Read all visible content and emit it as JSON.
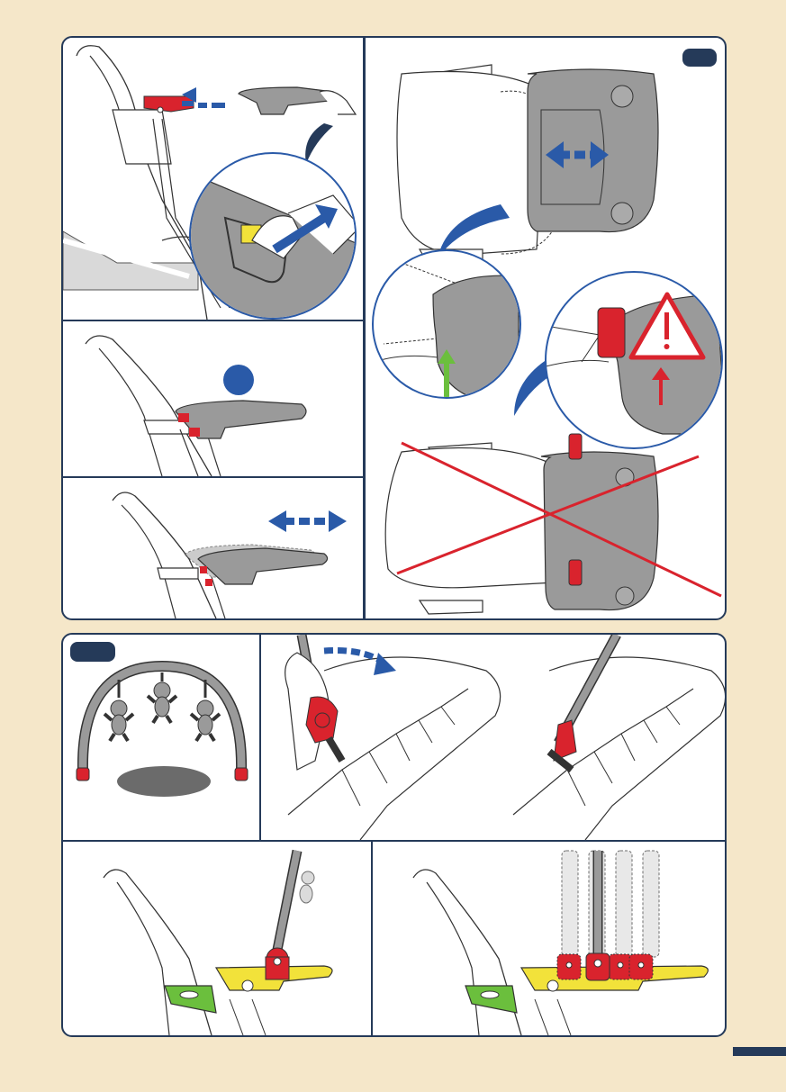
{
  "document": {
    "type": "assembly-instructions",
    "top_section": {
      "step_badge": "",
      "cells": [
        {
          "id": "tray-remove",
          "description_icon": "tray-release-icon"
        },
        {
          "id": "tray-fitted",
          "marker": "blue-dot"
        },
        {
          "id": "tray-adjust",
          "arrow": "double-arrow-icon"
        },
        {
          "id": "tray-seat-top-view",
          "check": "correct-green-arrow",
          "warning": "warning-triangle-icon"
        }
      ]
    },
    "bottom_section": {
      "step_badge": "",
      "cells": [
        {
          "id": "toy-bar",
          "icon": "teddy-bear-icon"
        },
        {
          "id": "toy-bar-attach"
        },
        {
          "id": "toy-bar-seat"
        },
        {
          "id": "toy-bar-positions"
        }
      ]
    },
    "colors": {
      "navy": "#253a59",
      "blue_arrow": "#2a5aa8",
      "red": "#d9232d",
      "green": "#6bbf3d",
      "yellow": "#f2e23a",
      "gray": "#9a9a9a",
      "background": "#f5e7c9"
    }
  }
}
